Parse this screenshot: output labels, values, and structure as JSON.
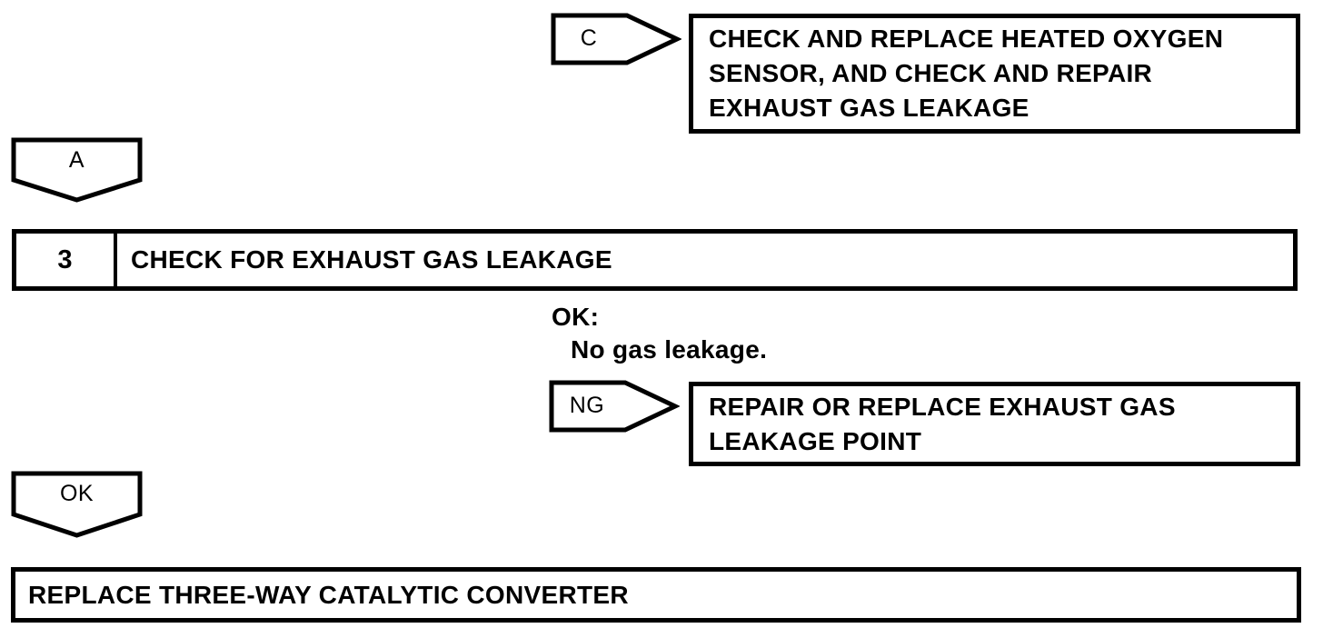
{
  "page": {
    "background_color": "#ffffff",
    "line_color": "#000000"
  },
  "flowchart": {
    "c_branch": {
      "connector_label": "C",
      "action_lines": [
        "CHECK AND REPLACE HEATED OXYGEN",
        "SENSOR, AND CHECK AND REPAIR",
        "EXHAUST GAS LEAKAGE"
      ]
    },
    "a_connector_label": "A",
    "step": {
      "number": "3",
      "title": "CHECK FOR EXHAUST GAS LEAKAGE"
    },
    "condition": {
      "label": "OK:",
      "criteria": "No gas leakage."
    },
    "ng_branch": {
      "connector_label": "NG",
      "action_lines": [
        "REPAIR OR REPLACE EXHAUST GAS",
        "LEAKAGE POINT"
      ]
    },
    "ok_connector_label": "OK",
    "final_action": "REPLACE THREE-WAY CATALYTIC CONVERTER"
  }
}
